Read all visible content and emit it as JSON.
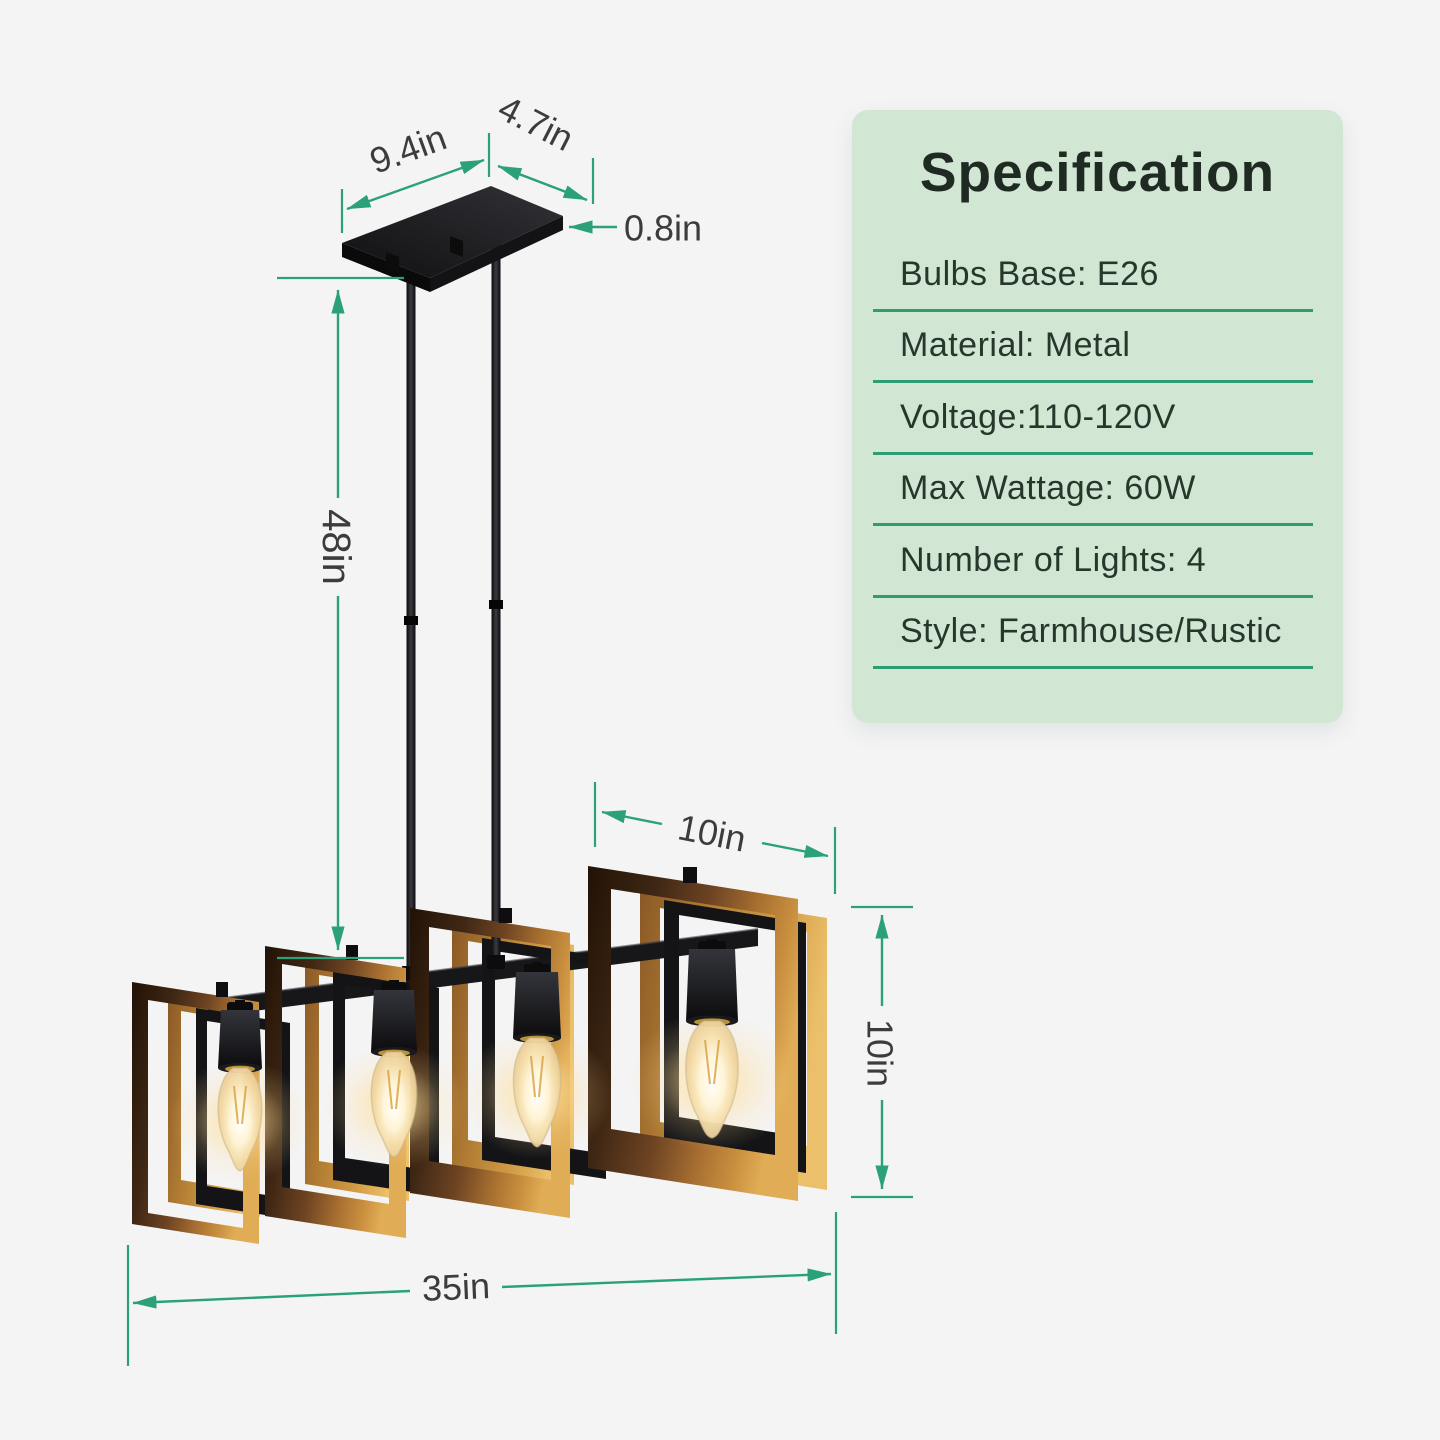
{
  "page": {
    "bg": "#f4f4f5"
  },
  "spec": {
    "title": "Specification",
    "bg": "#d1e7d4",
    "divider_color": "#2e9d73",
    "title_color": "#1f2a22",
    "text_color": "#27372c",
    "rows": [
      {
        "text": "Bulbs Base: E26"
      },
      {
        "text": "Material: Metal"
      },
      {
        "text": "Voltage:110-120V"
      },
      {
        "text": "Max Wattage: 60W"
      },
      {
        "text": "Number of Lights: 4"
      },
      {
        "text": "Style: Farmhouse/Rustic"
      }
    ]
  },
  "dimensions": {
    "accent_color": "#2aa178",
    "label_color": "#3c3c3c",
    "canopy_width": "9.4in",
    "canopy_depth": "4.7in",
    "canopy_thickness": "0.8in",
    "rod_length": "48in",
    "shade_width": "10in",
    "shade_height": "10in",
    "fixture_length": "35in"
  }
}
